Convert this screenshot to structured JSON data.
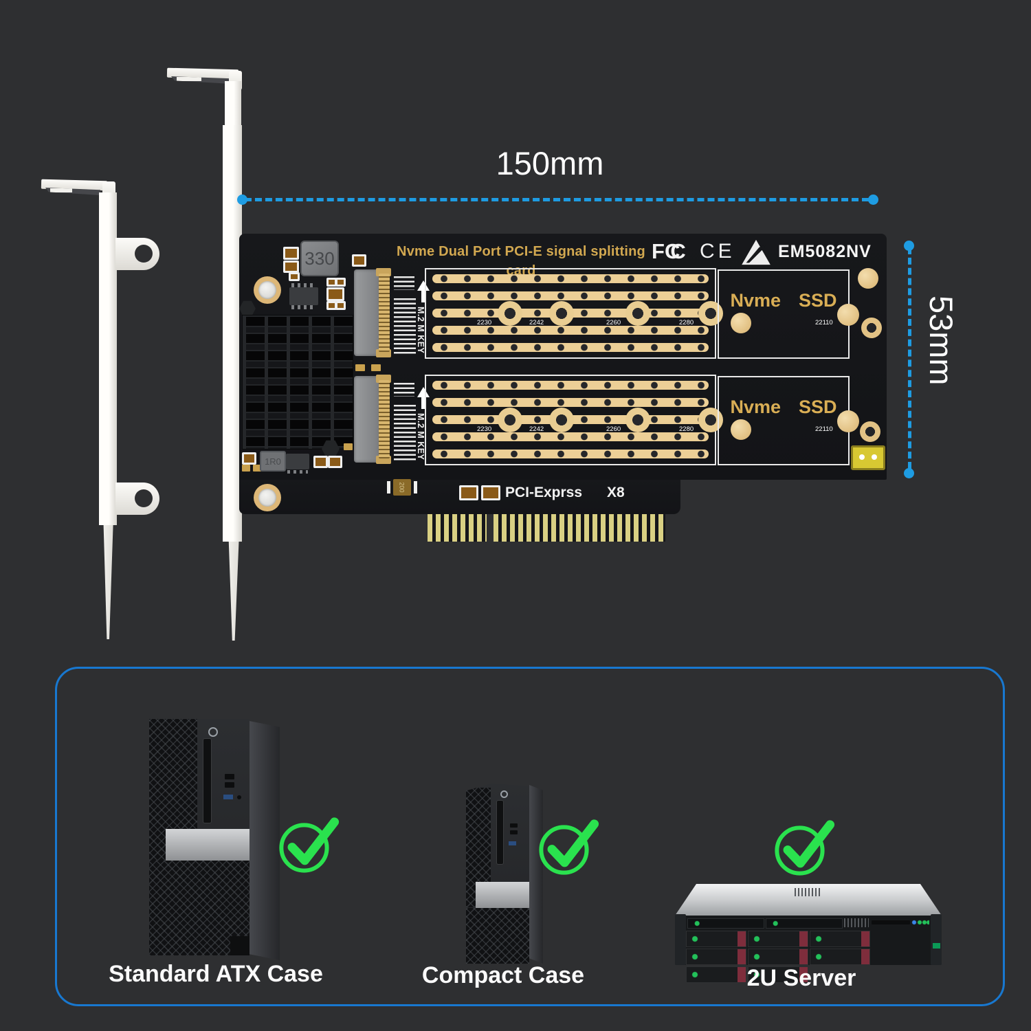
{
  "dimensions": {
    "width_label": "150mm",
    "height_label": "53mm"
  },
  "card": {
    "title": "Nvme Dual Port PCI-E signal splitting card",
    "model": "EM5082NV",
    "fcc_letters": [
      "F",
      "C",
      "C"
    ],
    "ce_mark": "CE",
    "inductor_label": "330",
    "power_inductor_label": "1R0",
    "fuse_label": "200",
    "pcie_label": "PCI-Exprss",
    "pcie_lanes": "X8",
    "slots": [
      {
        "key_label": "M.2 M KEY",
        "size_labels": [
          "2230",
          "2242",
          "2260",
          "2280"
        ],
        "size_22110": "22110",
        "nvme_label": "Nvme",
        "ssd_label": "SSD"
      },
      {
        "key_label": "M.2 M KEY",
        "size_labels": [
          "2230",
          "2242",
          "2260",
          "2280"
        ],
        "size_22110": "22110",
        "nvme_label": "Nvme",
        "ssd_label": "SSD"
      }
    ]
  },
  "compat": {
    "cases": [
      {
        "label": "Standard ATX Case"
      },
      {
        "label": "Compact Case"
      },
      {
        "label": "2U Server"
      }
    ]
  },
  "colors": {
    "accent_blue": "#1e9ce2",
    "panel_border": "#1878d0",
    "check_green": "#2ae24e",
    "pcb_gold": "#d2a850",
    "rail_gold": "#eccf96"
  }
}
